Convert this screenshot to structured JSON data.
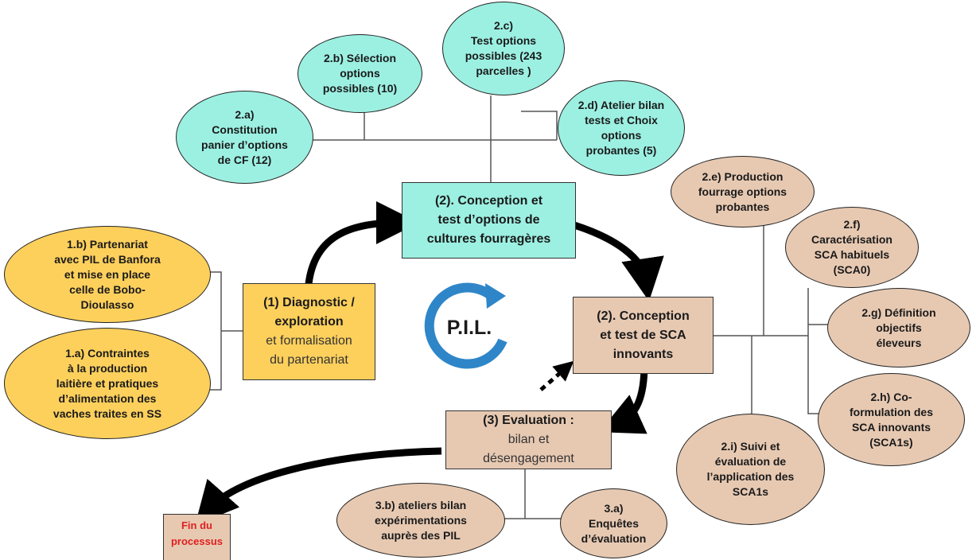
{
  "nodes": {
    "n2a": "2.a)\nConstitution\npanier d’options\nde CF (12)",
    "n2b": "2.b) Sélection\noptions\npossibles (10)",
    "n2c": "2.c)\nTest options\npossibles (243\nparcelles )",
    "n2d": "2.d) Atelier bilan\ntests et Choix\noptions\nprobantes (5)",
    "n1b": "1.b) Partenariat\navec PIL de Banfora\net mise en place\ncelle de Bobo-\nDioulasso",
    "n1a": "1.a) Contraintes\nà la production\nlaitière et pratiques\nd’alimentation des\nvaches traites en SS",
    "n2e": "2.e) Production\nfourrage options\nprobantes",
    "n2f": "2.f)\nCaractérisation\nSCA habituels\n(SCA0)",
    "n2g": "2.g) Définition\nobjectifs\néleveurs",
    "n2h": "2.h) Co-\nformulation des\nSCA innovants\n(SCA1s)",
    "n2i": "2.i) Suivi et\névaluation de\nl’application des\nSCA1s",
    "n3b": "3.b) ateliers bilan\nexpérimentations\nauprès des PIL",
    "n3a": "3.a)\nEnquêtes\nd’évaluation"
  },
  "boxes": {
    "conception_cf": "(2). Conception et\ntest d’options de\ncultures fourragères",
    "diagnostic_bold": "(1) Diagnostic /\nexploration",
    "diagnostic_rest": "et formalisation\ndu partenariat",
    "conception_sca": "(2). Conception\net test de SCA\ninnovants",
    "evaluation_bold": "(3) Evaluation :",
    "evaluation_rest": "bilan et\ndésengagement",
    "fin": "Fin du\nprocessus"
  },
  "logo": {
    "text": "P.I.L.",
    "icon": "cycle-arrow-icon",
    "color": "#2e86c8"
  },
  "colors": {
    "teal": "#9cf0e2",
    "yellow": "#fdd05c",
    "tan": "#e7c9b2",
    "fin_text": "#e02020"
  }
}
